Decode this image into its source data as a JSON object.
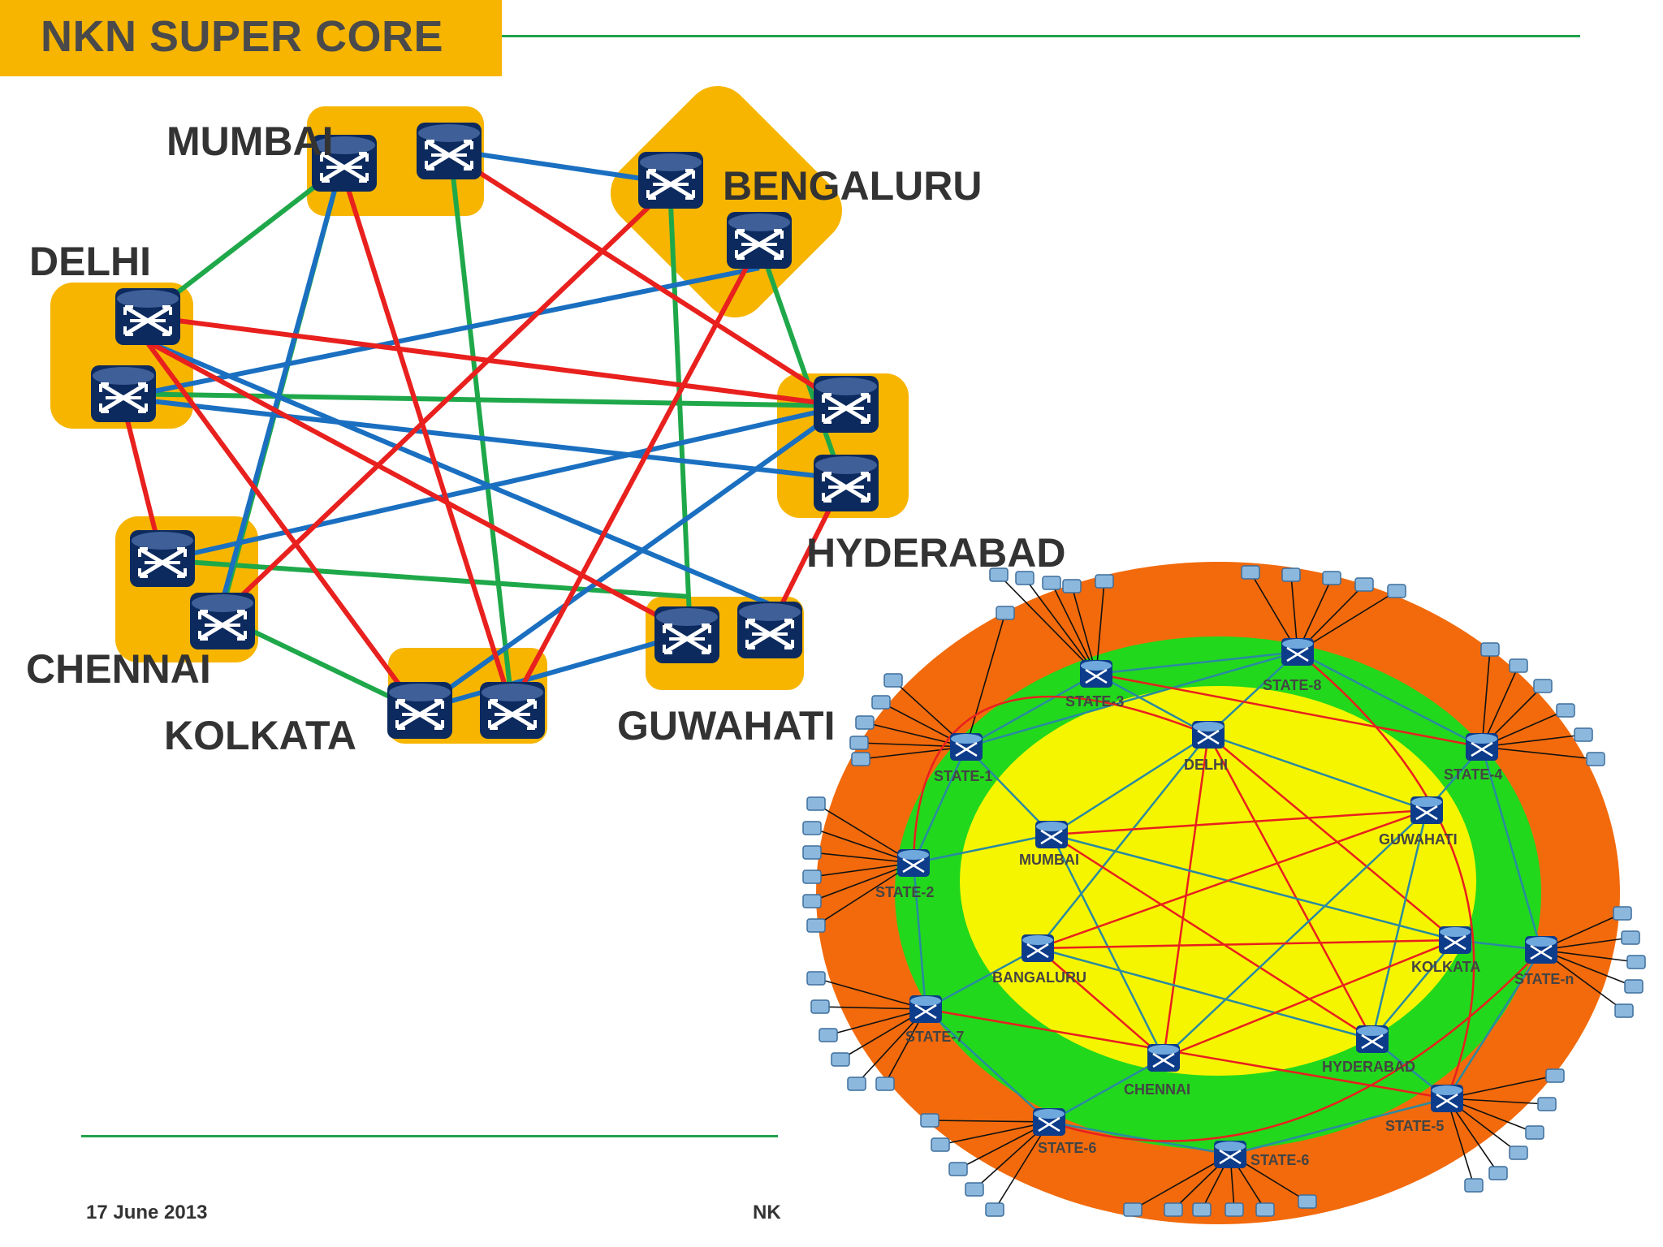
{
  "slide": {
    "title": "NKN SUPER CORE",
    "footer_date": "17 June 2013",
    "footer_org": "NK"
  },
  "colors": {
    "title_bg": "#f7b500",
    "rule": "#21a24a",
    "site_box": "#f7b500",
    "router": "#0c2a5e",
    "link_red": "#e8201e",
    "link_blue": "#1a6fc0",
    "link_green": "#1fa84a",
    "ring_outer": "#f26a0c",
    "ring_mid": "#22d81c",
    "ring_inner": "#f6f500"
  },
  "core_diagram": {
    "labels": {
      "mumbai": "MUMBAI",
      "bengaluru": "BENGALURU",
      "delhi": "DELHI",
      "hyderabad": "HYDERABAD",
      "chennai": "CHENNAI",
      "kolkata": "KOLKATA",
      "guwahati": "GUWAHATI"
    }
  },
  "ring_diagram": {
    "core_nodes": {
      "delhi": "DELHI",
      "mumbai": "MUMBAI",
      "guwahati": "GUWAHATI",
      "bangaluru": "BANGALURU",
      "kolkata": "KOLKATA",
      "chennai": "CHENNAI",
      "hyderabad": "HYDERABAD"
    },
    "state_nodes": {
      "s3": "STATE-3",
      "s8": "STATE-8",
      "s1": "STATE-1",
      "s4": "STATE-4",
      "s2": "STATE-2",
      "sn": "STATE-n",
      "s7": "STATE-7",
      "s5": "STATE-5",
      "s6a": "STATE-6",
      "s6b": "STATE-6"
    }
  }
}
